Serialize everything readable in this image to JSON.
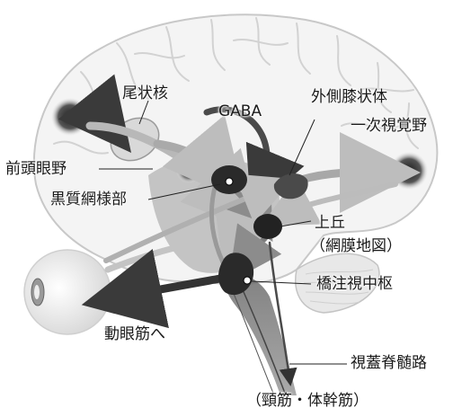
{
  "labels": {
    "caudate": "尾状核",
    "gaba": "GABA",
    "lgn": "外側膝状体",
    "v1": "一次視覚野",
    "fef": "前頭眼野",
    "snr": "黒質網様部",
    "sc": "上丘",
    "retinal_map": "（網膜地図）",
    "pons": "橋注視中枢",
    "oculomotor": "動眼筋へ",
    "tectospinal": "視蓋脊髄路",
    "neck_trunk": "（頸筋・体幹筋）"
  }
}
